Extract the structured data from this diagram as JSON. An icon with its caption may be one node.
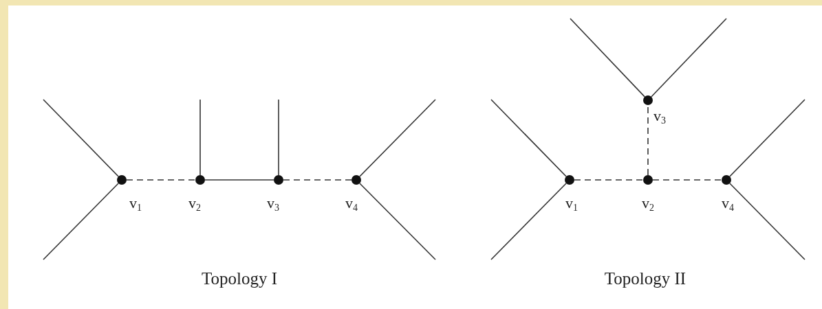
{
  "diagram": {
    "nodes": [
      {
        "text": [],
        "shape": "circle",
        "beside": [
          "v$_{1}$"
        ]
      },
      {
        "text": [],
        "shape": "circle",
        "beside": [
          "v$_{2}$"
        ]
      },
      {
        "text": [],
        "shape": "circle",
        "beside": [
          "v$_{3}$"
        ]
      },
      {
        "text": [],
        "shape": "circle",
        "beside": [
          "v$_{4}$"
        ]
      },
      {
        "text": [],
        "shape": "circle",
        "beside": [
          "v$_{1}$"
        ]
      },
      {
        "text": [],
        "shape": "circle",
        "beside": [
          "v$_{2}$"
        ]
      },
      {
        "text": [],
        "shape": "circle",
        "beside": [
          "v$_{3}$"
        ]
      },
      {
        "text": [],
        "shape": "circle",
        "beside": [
          "v$_{4}$"
        ]
      }
    ],
    "edges": [
      {
        "from": 0,
        "to": null,
        "arrow": "none"
      },
      {
        "from": 0,
        "to": null,
        "arrow": "none"
      },
      {
        "from": 0,
        "to": 1,
        "arrow": "none",
        "style": "dashed"
      },
      {
        "from": 1,
        "to": null,
        "arrow": "none"
      },
      {
        "from": 1,
        "to": 2,
        "arrow": "none"
      },
      {
        "from": 2,
        "to": null,
        "arrow": "none"
      },
      {
        "from": 2,
        "to": 3,
        "arrow": "none",
        "style": "dashed"
      },
      {
        "from": 3,
        "to": null,
        "arrow": "none"
      },
      {
        "from": 3,
        "to": null,
        "arrow": "none"
      },
      {
        "from": 4,
        "to": null,
        "arrow": "none"
      },
      {
        "from": 4,
        "to": null,
        "arrow": "none"
      },
      {
        "from": 4,
        "to": 5,
        "arrow": "none",
        "style": "dashed"
      },
      {
        "from": 5,
        "to": 6,
        "arrow": "none",
        "style": "dashed"
      },
      {
        "from": 5,
        "to": 7,
        "arrow": "none",
        "style": "dashed"
      },
      {
        "from": 6,
        "to": null,
        "arrow": "none"
      },
      {
        "from": 6,
        "to": null,
        "arrow": "none"
      },
      {
        "from": 7,
        "to": null,
        "arrow": "none"
      },
      {
        "from": 7,
        "to": null,
        "arrow": "none"
      }
    ],
    "labels": [
      "Topology I",
      "Topology II"
    ]
  }
}
